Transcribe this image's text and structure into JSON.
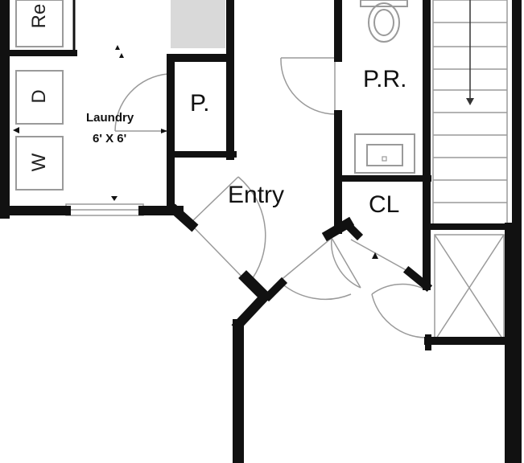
{
  "rooms": {
    "laundry": "Laundry",
    "laundry_size": "6' X 6'",
    "pantry": "P.",
    "powder_room": "P.R.",
    "entry": "Entry",
    "closet": "CL"
  },
  "appliances": {
    "refrigerator": "Re",
    "dryer": "D",
    "washer": "W"
  },
  "colors": {
    "wall": "#111111",
    "line": "#9a9a9a",
    "shaded": "#d9d9d9"
  }
}
